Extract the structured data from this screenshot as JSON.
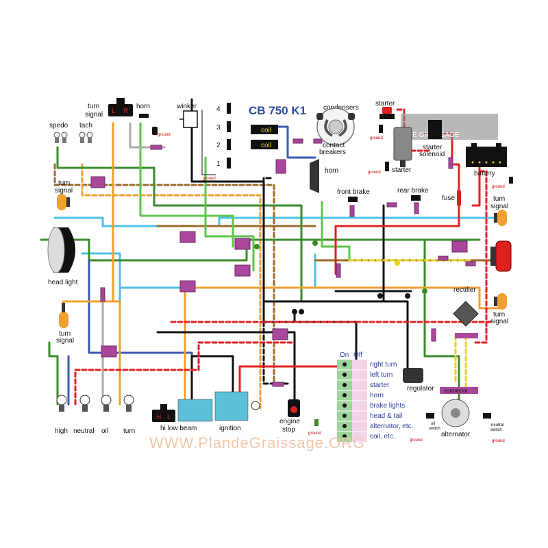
{
  "title": "CB 750 K1",
  "watermark": {
    "text": "WWW.PlandeGraissage.ORG",
    "logo_text": "DE GRAISSAGE"
  },
  "labels": {
    "turn_signal_switch": [
      "turn",
      "signal"
    ],
    "switch_l": "L",
    "switch_r": "R",
    "horn_button": "horn",
    "winker": "winker",
    "ground": "ground",
    "speedo": "spedo",
    "tach": "tach",
    "coil": "coil",
    "coil_numbers": [
      "4",
      "3",
      "2",
      "1"
    ],
    "condensers": "condensers",
    "contact_breakers": [
      "contact",
      "breakers"
    ],
    "starter_button": "starter",
    "starter_motor": "starter",
    "starter_solenoid": [
      "starter",
      "solenoid"
    ],
    "battery": "battery",
    "horn": "horn",
    "front_brake": "front brake",
    "rear_brake": "rear brake",
    "fuse": "fuse",
    "turn_signal_front_left": [
      "turn",
      "signal"
    ],
    "turn_signal_front_right": [
      "turn",
      "signal"
    ],
    "turn_signal_rear_left": [
      "turn",
      "signal"
    ],
    "turn_signal_rear_right": [
      "turn",
      "signal"
    ],
    "head_light": "head light",
    "rectifier": "rectifier",
    "regulator": "regulator",
    "connector": "connector",
    "oil_switch": [
      "oil",
      "switch"
    ],
    "neutral_switch": [
      "neutral",
      "switch"
    ],
    "alternator": "alternator",
    "indicators": [
      "high",
      "neutral",
      "oil",
      "turn"
    ],
    "hi_low_beam": "hi low beam",
    "beam_h": "H",
    "beam_l": "L",
    "ignition": "ignition",
    "engine_stop": [
      "engine",
      "stop"
    ]
  },
  "legend": {
    "header_on": "On",
    "header_off": "Off",
    "items": [
      "right turn",
      "left turn",
      "starter",
      "horn",
      "brake lights",
      "head & tail",
      "alternator, etc.",
      "coil, etc."
    ]
  },
  "colors": {
    "title": "#2b4c9b",
    "wire_black": "#111111",
    "wire_red": "#e02020",
    "wire_green": "#3a8a2a",
    "wire_lightgreen": "#5cc44a",
    "wire_blue": "#3a5ab0",
    "wire_lightblue": "#4cc0e8",
    "wire_brown": "#9b6a2a",
    "wire_orange": "#f0a030",
    "wire_yellow": "#e8d020",
    "wire_gray": "#aaaaaa",
    "connector": "#a8479c",
    "legend_on": "#9fd49a",
    "legend_off": "#f3d3e6"
  }
}
